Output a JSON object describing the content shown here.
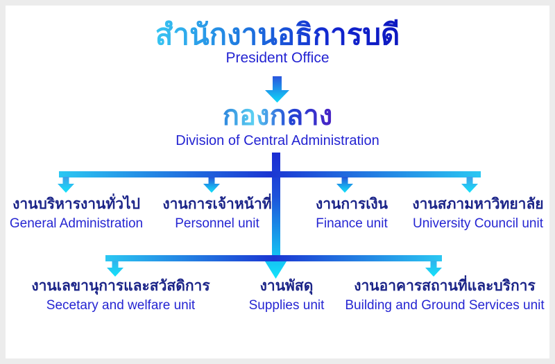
{
  "page": {
    "background": "#ffffff",
    "border_color": "#ececec"
  },
  "chart": {
    "root": {
      "th": "สำนักงานอธิการบดี",
      "en": "President Office"
    },
    "division": {
      "th": "กองกลาง",
      "en": "Division of Central Administration"
    },
    "row1": [
      {
        "th": "งานบริหารงานทั่วไป",
        "en": "General Administration"
      },
      {
        "th": "งานการเจ้าหน้าที่",
        "en": "Personnel unit"
      },
      {
        "th": "งานการเงิน",
        "en": "Finance unit"
      },
      {
        "th": "งานสภามหาวิทยาลัย",
        "en": "University Council unit"
      }
    ],
    "row2": [
      {
        "th": "งานเลขานุการและสวัสดิการ",
        "en": "Secetary and welfare unit"
      },
      {
        "th": "งานพัสดุ",
        "en": "Supplies unit"
      },
      {
        "th": "งานอาคารสถานที่และบริการ",
        "en": "Building and Ground Services unit"
      }
    ],
    "colors": {
      "heading_gradient_start": "#38c6f2",
      "heading_gradient_end": "#0d18c0",
      "division_gradient_mid_cyan": "#5cd0f2",
      "division_gradient_end_violet": "#4a22c4",
      "english_text_blue": "#2323d2",
      "thai_unit_navy": "#1b2488",
      "connector_cyan": "#2bc7f2",
      "connector_dark_blue": "#1b36d2",
      "arrow_tip_cyan": "#14e2fa"
    }
  }
}
